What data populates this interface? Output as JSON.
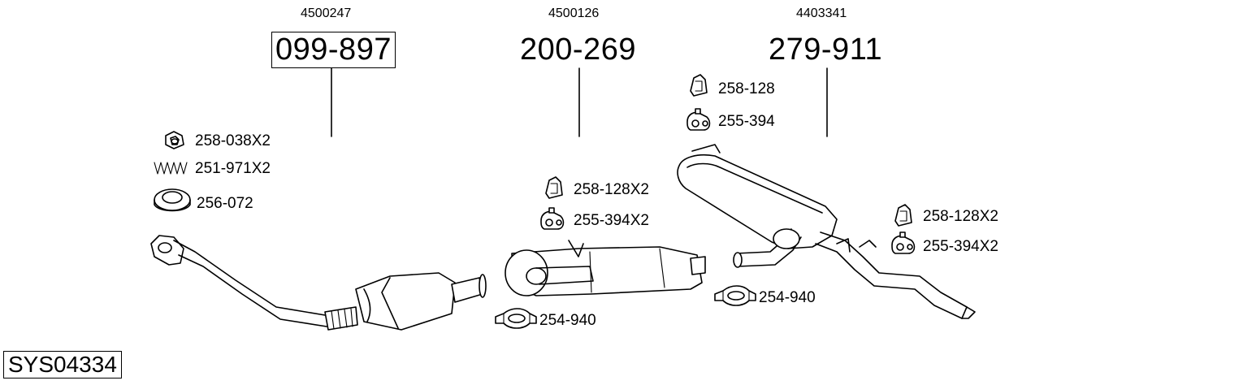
{
  "parts": [
    {
      "oem": "4500247",
      "number": "099-897",
      "boxed": true
    },
    {
      "oem": "4500126",
      "number": "200-269",
      "boxed": false
    },
    {
      "oem": "4403341",
      "number": "279-911",
      "boxed": false
    }
  ],
  "accessories": {
    "nut": "258-038X2",
    "spring": "251-971X2",
    "gasket": "256-072",
    "bracket_mid": "258-128X2",
    "hanger_mid": "255-394X2",
    "clamp_mid": "254-940",
    "bracket_rear_top": "258-128",
    "hanger_rear_top": "255-394",
    "clamp_rear": "254-940",
    "bracket_rear": "258-128X2",
    "hanger_rear": "255-394X2"
  },
  "system_code": "SYS04334",
  "icons": [
    "nut-icon",
    "spring-icon",
    "gasket-icon",
    "bracket-icon",
    "rubber-hanger-icon",
    "clamp-icon"
  ]
}
